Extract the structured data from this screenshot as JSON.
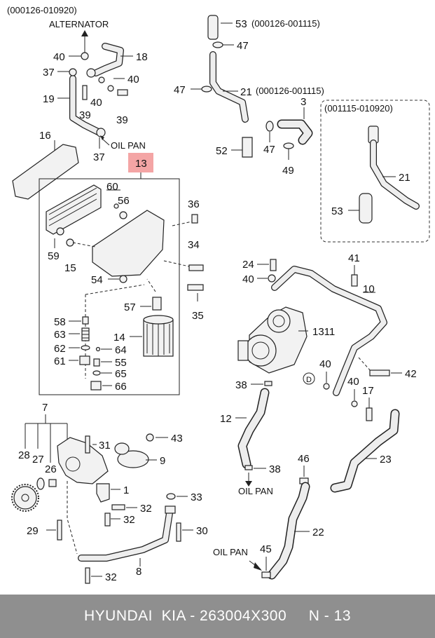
{
  "ranges": {
    "top_left": "(000126-010920)",
    "hose_top": "(000126-001115)",
    "pipe_21": "(000126-001115)",
    "inset": "(001115-010920)"
  },
  "notes": {
    "alternator": "ALTERNATOR",
    "oil_pan_1": "OIL PAN",
    "oil_pan_2": "OIL PAN",
    "oil_pan_3": "OIL PAN"
  },
  "labels": {
    "l53a": "53",
    "l47a": "47",
    "l47b": "47",
    "l21a": "21",
    "l3": "3",
    "l47c": "47",
    "l52": "52",
    "l49": "49",
    "l21b": "21",
    "l53b": "53",
    "l40a": "40",
    "l18": "18",
    "l37a": "37",
    "l40b": "40",
    "l19": "19",
    "l40c": "40",
    "l39a": "39",
    "l39b": "39",
    "l37b": "37",
    "l16": "16",
    "l13": "13",
    "l60": "60",
    "l56": "56",
    "l36": "36",
    "l59": "59",
    "l15": "15",
    "l34": "34",
    "l54": "54",
    "l57": "57",
    "l35": "35",
    "l58": "58",
    "l63": "63",
    "l14": "14",
    "l62": "62",
    "l64": "64",
    "l61": "61",
    "l55": "55",
    "l65": "65",
    "l66": "66",
    "l41": "41",
    "l24": "24",
    "l40d": "40",
    "l10": "10",
    "l1311": "1311",
    "l40e": "40",
    "l42": "42",
    "l38a": "38",
    "lD": "D",
    "l40f": "40",
    "l17": "17",
    "l12": "12",
    "l23": "23",
    "l46": "46",
    "l38b": "38",
    "l22": "22",
    "l45": "45",
    "l7": "7",
    "l43": "43",
    "l31": "31",
    "l28": "28",
    "l27": "27",
    "l26": "26",
    "l9": "9",
    "l1": "1",
    "l32a": "32",
    "l33": "33",
    "l32b": "32",
    "l29": "29",
    "l30": "30",
    "l8": "8",
    "l32c": "32"
  },
  "footer": {
    "text": "HYUNDAI  KIA - 263004X300     N - 13"
  },
  "colors": {
    "callout_13_fill": "#f4a5a5",
    "footer_bg": "#8f8f8f"
  }
}
